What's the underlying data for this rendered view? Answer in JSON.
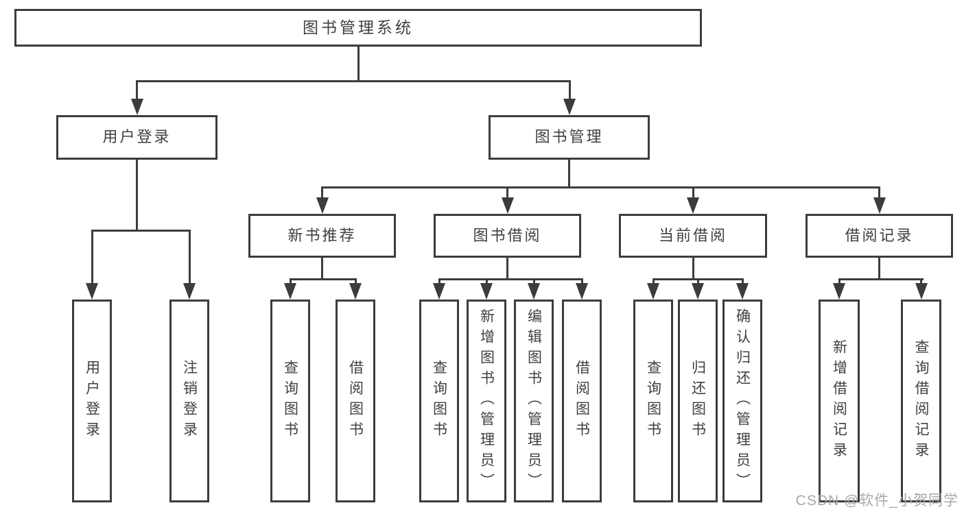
{
  "diagram_type": "hierarchy-tree",
  "tree": {
    "label": "图书管理系统",
    "children": [
      {
        "label": "用户登录",
        "children": [
          {
            "label": "用户登录"
          },
          {
            "label": "注销登录"
          }
        ]
      },
      {
        "label": "图书管理",
        "children": [
          {
            "label": "新书推荐",
            "children": [
              {
                "label": "查询图书"
              },
              {
                "label": "借阅图书"
              }
            ]
          },
          {
            "label": "图书借阅",
            "children": [
              {
                "label": "查询图书"
              },
              {
                "label": "新增图书（管理员）"
              },
              {
                "label": "编辑图书（管理员）"
              },
              {
                "label": "借阅图书"
              }
            ]
          },
          {
            "label": "当前借阅",
            "children": [
              {
                "label": "查询图书"
              },
              {
                "label": "归还图书"
              },
              {
                "label": "确认归还（管理员）"
              }
            ]
          },
          {
            "label": "借阅记录",
            "children": [
              {
                "label": "新增借阅记录"
              },
              {
                "label": "查询借阅记录"
              }
            ]
          }
        ]
      }
    ]
  },
  "watermark": {
    "text": "CSDN @软件_小贺同学"
  },
  "colors": {
    "line": "#3a3c3f",
    "text": "#3d4045",
    "watermark": "#a8a8a8",
    "bg": "#ffffff"
  }
}
